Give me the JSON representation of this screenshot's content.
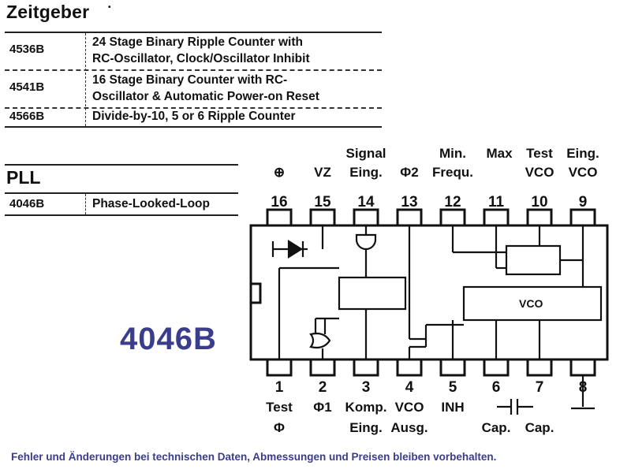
{
  "sections": {
    "timer_heading": "Zeitgeber",
    "pll_heading": "PLL"
  },
  "timer_rows": [
    {
      "code": "4536B",
      "line1": "24 Stage Binary Ripple Counter with",
      "line2": "RC-Oscillator, Clock/Oscillator Inhibit"
    },
    {
      "code": "4541B",
      "line1": "16 Stage Binary Counter with RC-",
      "line2": "Oscillator & Automatic Power-on Reset"
    },
    {
      "code": "4566B",
      "line1": "Divide-by-10, 5 or 6 Ripple Counter",
      "line2": ""
    }
  ],
  "pll_rows": [
    {
      "code": "4046B",
      "line1": "Phase-Looked-Loop"
    }
  ],
  "chip": {
    "title": "4046B",
    "vco_label": "VCO",
    "top_pins": [
      {
        "num": "16",
        "label1": "",
        "label2": "⊕"
      },
      {
        "num": "15",
        "label1": "",
        "label2": "VZ"
      },
      {
        "num": "14",
        "label1": "Signal",
        "label2": "Eing."
      },
      {
        "num": "13",
        "label1": "",
        "label2": "Φ2"
      },
      {
        "num": "12",
        "label1": "Min.",
        "label2": "Frequ."
      },
      {
        "num": "11",
        "label1": "Max",
        "label2": ""
      },
      {
        "num": "10",
        "label1": "Test",
        "label2": "VCO"
      },
      {
        "num": "9",
        "label1": "Eing.",
        "label2": "VCO"
      }
    ],
    "bottom_pins": [
      {
        "num": "1",
        "label1": "Test",
        "label2": "Φ"
      },
      {
        "num": "2",
        "label1": "Φ1",
        "label2": ""
      },
      {
        "num": "3",
        "label1": "Komp.",
        "label2": "Eing."
      },
      {
        "num": "4",
        "label1": "VCO",
        "label2": "Ausg."
      },
      {
        "num": "5",
        "label1": "INH",
        "label2": ""
      },
      {
        "num": "6",
        "label1": "",
        "label2": "Cap."
      },
      {
        "num": "7",
        "label1": "",
        "label2": "Cap."
      },
      {
        "num": "8",
        "label1": "",
        "label2": ""
      }
    ]
  },
  "footer": "Fehler und Änderungen bei technischen Daten, Abmessungen und Preisen bleiben vorbehalten."
}
